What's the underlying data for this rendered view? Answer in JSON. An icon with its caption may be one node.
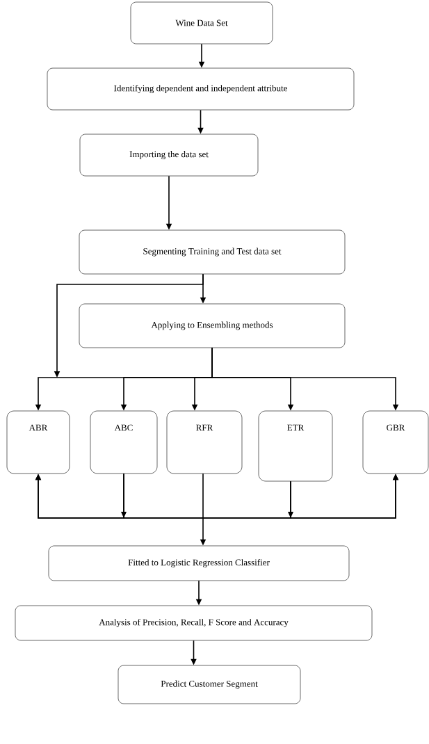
{
  "diagram": {
    "nodes": [
      {
        "text": [
          "Wine Data Set"
        ]
      },
      {
        "text": [
          "Identifying dependent and independent attribute"
        ]
      },
      {
        "text": [
          "Importing the data set"
        ]
      },
      {
        "text": [
          "Segmenting Training and Test data set"
        ]
      },
      {
        "text": [
          "Applying to Ensembling methods"
        ]
      },
      {
        "text": [
          "ABR"
        ]
      },
      {
        "text": [
          "ABC"
        ]
      },
      {
        "text": [
          "RFR"
        ]
      },
      {
        "text": [
          "ETR"
        ]
      },
      {
        "text": [
          "GBR"
        ]
      },
      {
        "text": [
          "Fitted to Logistic Regression Classifier"
        ]
      },
      {
        "text": [
          "Analysis of Precision, Recall, F Score and Accuracy"
        ]
      },
      {
        "text": [
          "Predict Customer Segment"
        ]
      }
    ],
    "edges": [
      {
        "from": 0,
        "to": 1,
        "arrow": "to"
      },
      {
        "from": 1,
        "to": 2,
        "arrow": "to"
      },
      {
        "from": 2,
        "to": 3,
        "arrow": "to"
      },
      {
        "from": 3,
        "to": 4,
        "arrow": "to"
      },
      {
        "from": 3,
        "to": null,
        "arrow": "to"
      },
      {
        "from": 4,
        "to": 5,
        "arrow": "to"
      },
      {
        "from": 4,
        "to": 6,
        "arrow": "to"
      },
      {
        "from": 4,
        "to": 7,
        "arrow": "to"
      },
      {
        "from": 4,
        "to": 8,
        "arrow": "to"
      },
      {
        "from": 4,
        "to": 9,
        "arrow": "to"
      },
      {
        "from": 6,
        "to": 5,
        "arrow": "to"
      },
      {
        "from": 6,
        "to": 9,
        "arrow": "to"
      },
      {
        "from": 8,
        "to": 5,
        "arrow": "to"
      },
      {
        "from": 8,
        "to": 9,
        "arrow": "to"
      },
      {
        "from": 7,
        "to": 10,
        "arrow": "to"
      },
      {
        "from": 10,
        "to": 11,
        "arrow": "to"
      },
      {
        "from": 11,
        "to": 12,
        "arrow": "to"
      }
    ]
  }
}
